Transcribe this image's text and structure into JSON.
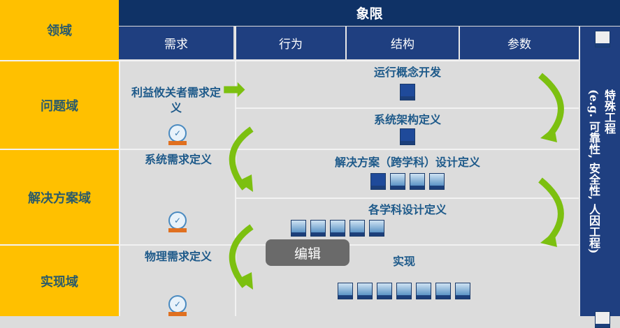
{
  "domains": {
    "header": "领域",
    "rows": [
      "问题域",
      "解决方案域",
      "实现域"
    ]
  },
  "quadrant": {
    "header": "象限",
    "columns": [
      "需求",
      "行为",
      "结构",
      "参数"
    ]
  },
  "side": {
    "line1": "特殊工程",
    "line2": "(e.g. 可靠性, 安全性, 人因工程)"
  },
  "requirements": [
    "利益攸关者需求定义",
    "系统需求定义",
    "物理需求定义"
  ],
  "stages": [
    "运行概念开发",
    "系统架构定义",
    "解决方案（跨学科）设计定义",
    "各学科设计定义",
    "实现"
  ],
  "overlay": {
    "edit": "编辑"
  },
  "colors": {
    "domain": "#ffc000",
    "header": "#0f3266",
    "subheader": "#1f3f80",
    "arrow": "#7cc010",
    "body": "#dcdcdc"
  }
}
